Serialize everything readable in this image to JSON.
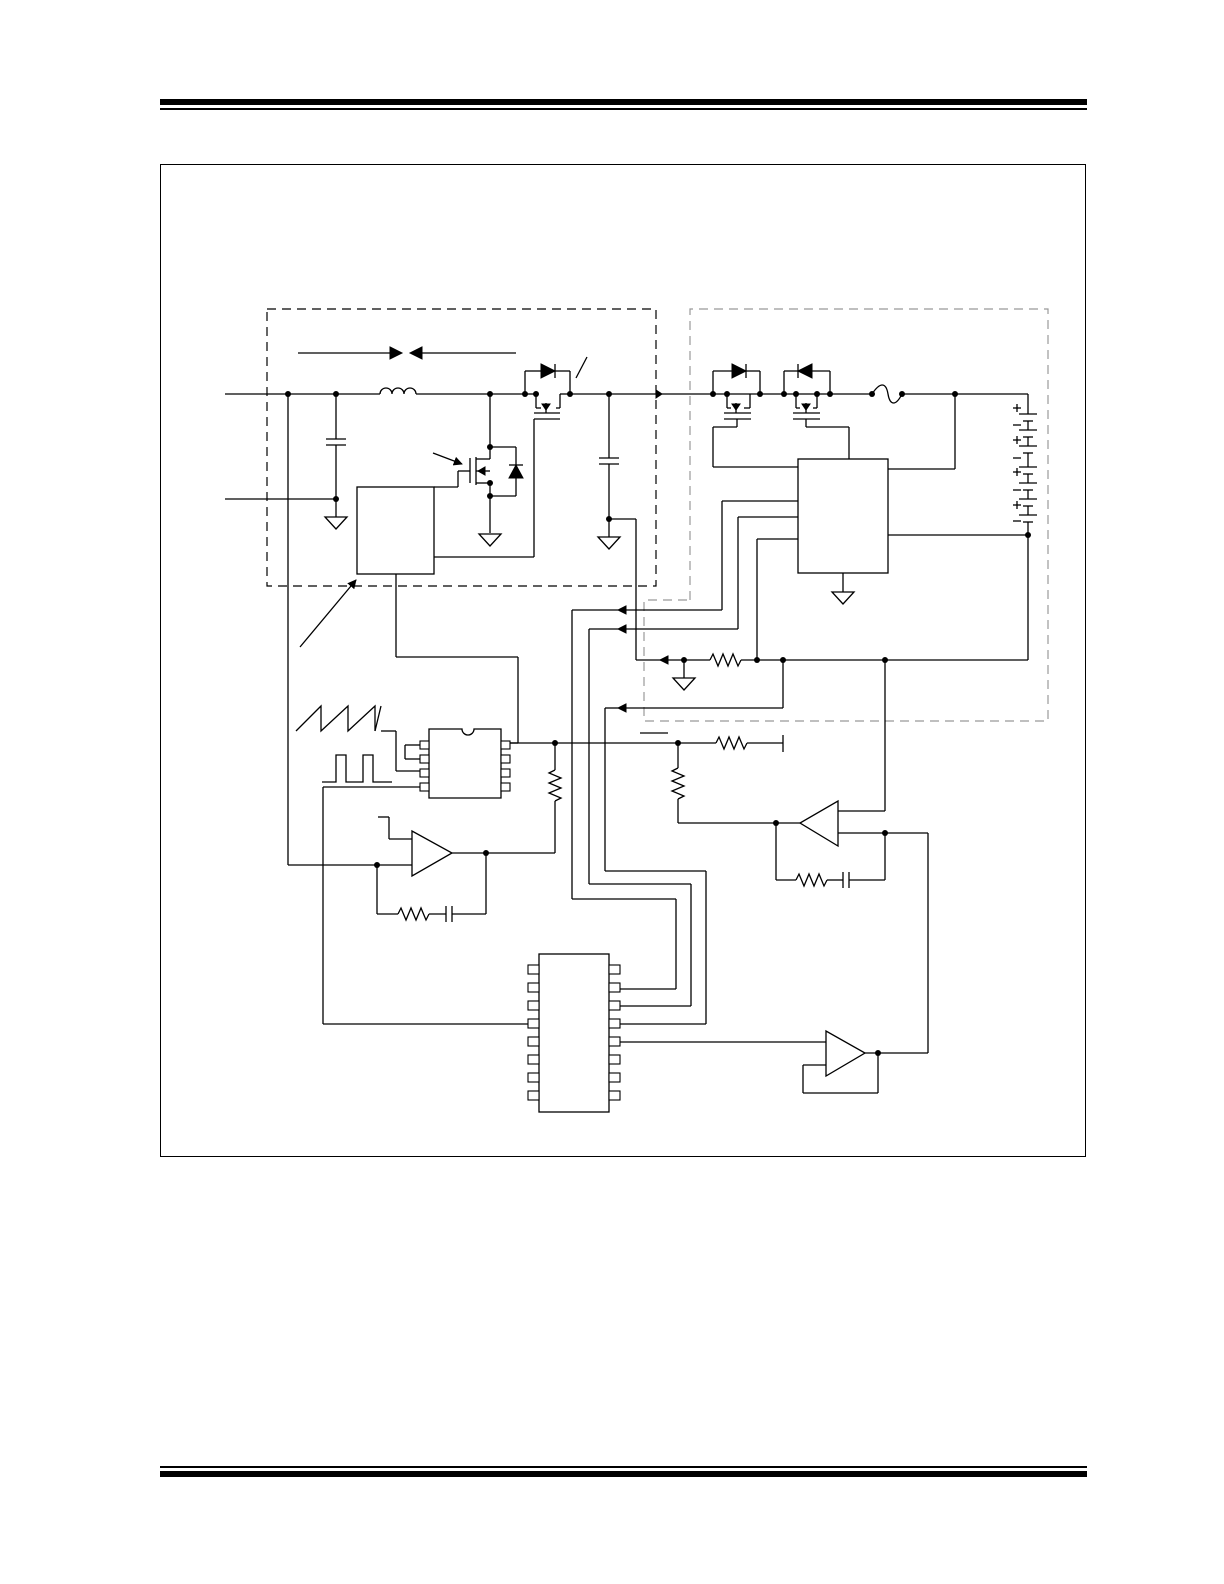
{
  "page": {
    "header_rule": "top-double-rule",
    "footer_rule": "bottom-double-rule"
  },
  "diagram": {
    "type": "circuit-schematic",
    "components": [
      "inductor",
      "capacitor",
      "n-mosfet",
      "diode",
      "p-mosfet",
      "fuse",
      "battery-stack",
      "resistor",
      "op-amp",
      "dip-8-ic",
      "dip-16-ic",
      "controller-block",
      "gate-driver-block",
      "ground"
    ],
    "waveforms": [
      "sawtooth-waveform",
      "pulse-waveform"
    ]
  }
}
